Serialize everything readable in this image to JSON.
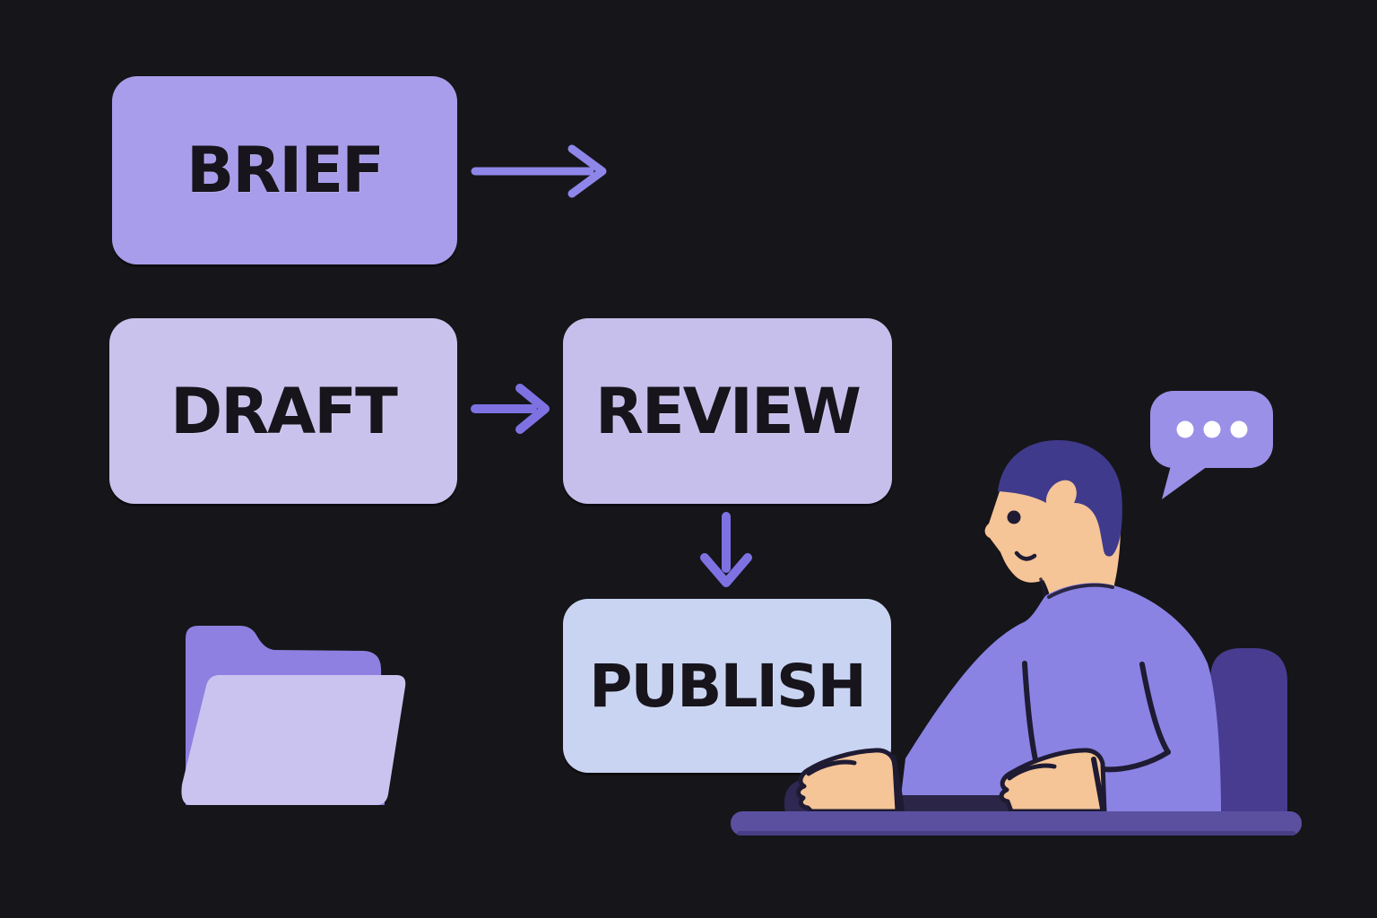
{
  "background": "#161519",
  "workflow": {
    "text_color": "#17141c",
    "nodes": [
      {
        "id": "brief",
        "label": "BRIEF",
        "fill": "#a89dea"
      },
      {
        "id": "draft",
        "label": "DRAFT",
        "fill": "#c9c2ed"
      },
      {
        "id": "review",
        "label": "REVIEW",
        "fill": "#c6bfeb"
      },
      {
        "id": "publish",
        "label": "PUBLISH",
        "fill": "#c9d4f3"
      }
    ],
    "connections": [
      {
        "from": "BRIEF",
        "to": null,
        "direction": "right",
        "color": "#8e86e8"
      },
      {
        "from": "DRAFT",
        "to": "REVIEW",
        "direction": "right",
        "color": "#7e72e3"
      },
      {
        "from": "REVIEW",
        "to": "PUBLISH",
        "direction": "down",
        "color": "#7e72e3"
      }
    ]
  },
  "decorations": {
    "folder_icon": {
      "back_fill": "#8d80e0",
      "front_fill": "#cbc3ef"
    },
    "speech_bubble": {
      "fill": "#9b90e7",
      "dot_color": "#ffffff",
      "dot_count": 3
    },
    "person": {
      "skin": "#f5c497",
      "hair": "#403a8c",
      "sweater": "#8a83e4",
      "chair": "#483c90",
      "desk": "#5b509f",
      "mouse": "#2e2852",
      "keyboard": "#2b2647",
      "outline": "#1e1b33"
    }
  }
}
